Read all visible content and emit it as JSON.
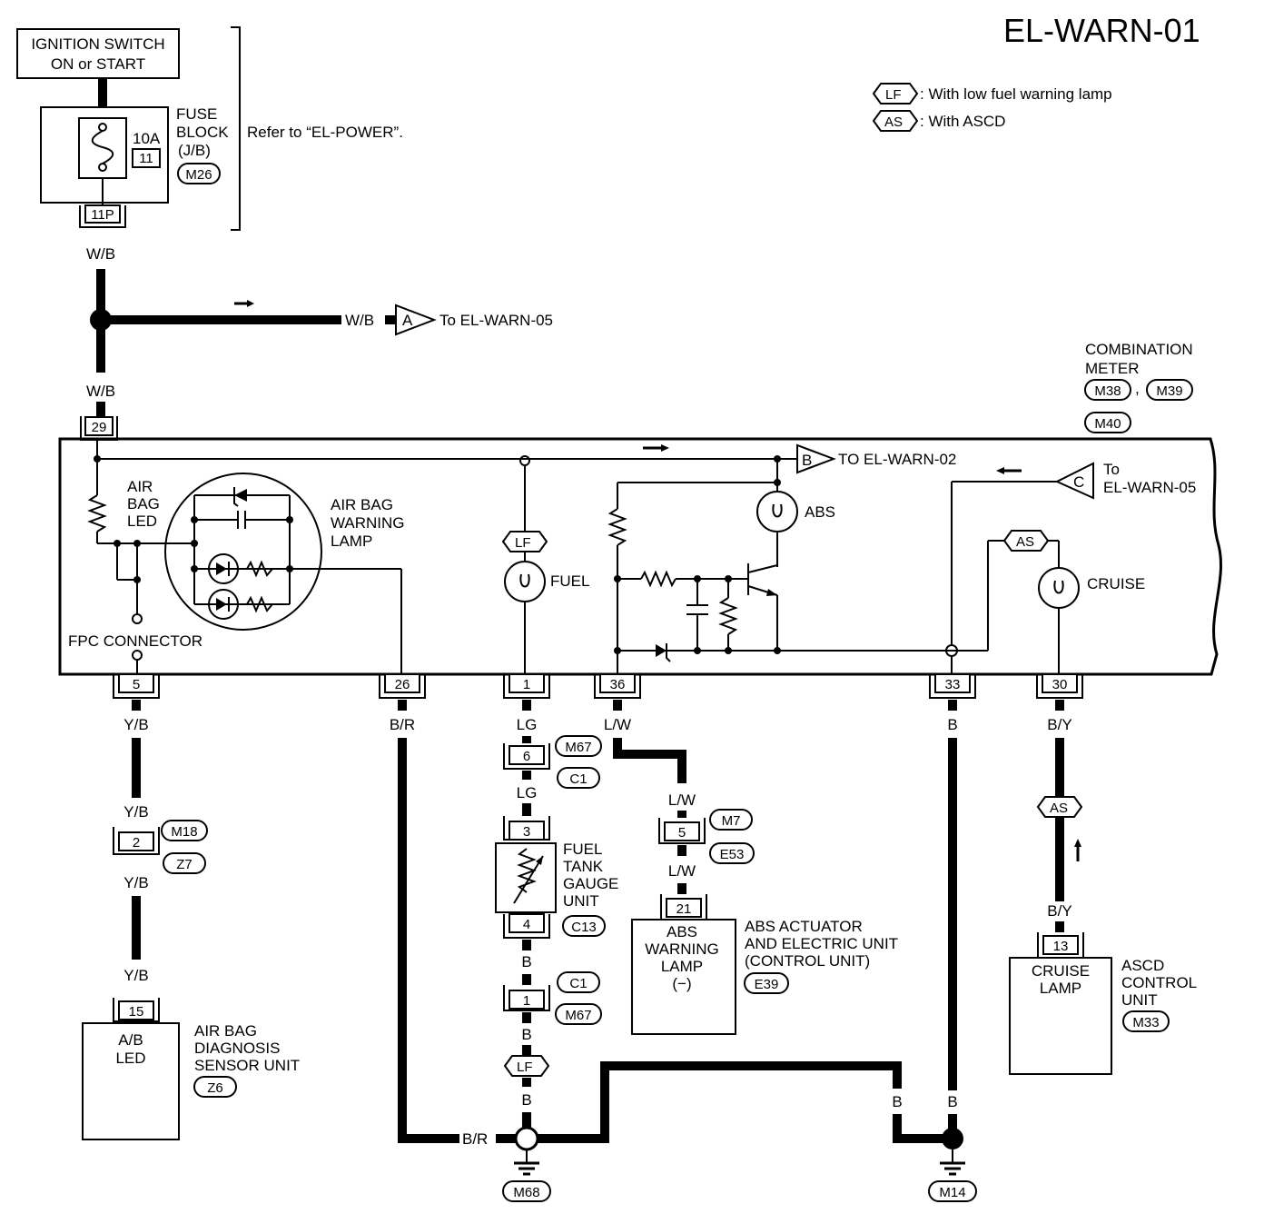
{
  "title": "EL-WARN-01",
  "legend": [
    {
      "code": "LF",
      "text": ": With low fuel warning lamp"
    },
    {
      "code": "AS",
      "text": ": With ASCD"
    }
  ],
  "ignition": {
    "line1": "IGNITION SWITCH",
    "line2": "ON or START"
  },
  "fuse": {
    "rating": "10A",
    "number": "11",
    "label1": "FUSE",
    "label2": "BLOCK",
    "label3": "(J/B)",
    "connector": "M26",
    "terminal": "11P",
    "refer": "Refer to “EL-POWER”."
  },
  "wires": {
    "wb_top": "W/B",
    "wb_branch": "W/B",
    "wb_lower": "W/B",
    "yb_1": "Y/B",
    "yb_2": "Y/B",
    "yb_3": "Y/B",
    "yb_4": "Y/B",
    "br_1": "B/R",
    "br_2": "B/R",
    "lg_1": "LG",
    "lg_2": "LG",
    "b_1": "B",
    "b_2": "B",
    "b_3": "B",
    "b_4": "B",
    "b_5": "B",
    "b_6": "B",
    "lw_1": "L/W",
    "lw_2": "L/W",
    "lw_3": "L/W",
    "by_1": "B/Y",
    "by_2": "B/Y"
  },
  "offpage": {
    "a": {
      "letter": "A",
      "text": "To EL-WARN-05"
    },
    "b": {
      "letter": "B",
      "text": "TO EL-WARN-02"
    },
    "c": {
      "letter": "C",
      "line1": "To",
      "line2": "EL-WARN-05"
    }
  },
  "meter": {
    "line1": "COMBINATION",
    "line2": "METER",
    "conn1": "M38",
    "sep": ",",
    "conn2": "M39",
    "conn3": "M40"
  },
  "inside": {
    "airbag_led": [
      "AIR",
      "BAG",
      "LED"
    ],
    "airbag_lamp": [
      "AIR BAG",
      "WARNING",
      "LAMP"
    ],
    "fpc": "FPC CONNECTOR",
    "lf": "LF",
    "fuel": "FUEL",
    "abs": "ABS",
    "as": "AS",
    "cruise": "CRUISE"
  },
  "terminals": {
    "t29": "29",
    "t5": "5",
    "t26": "26",
    "t1": "1",
    "t36": "36",
    "t33": "33",
    "t30": "30"
  },
  "connectors": {
    "m67": "M67",
    "c1": "C1",
    "m18": "M18",
    "z7": "Z7",
    "c13": "C13",
    "m7": "M7",
    "e53": "E53",
    "c1b": "C1",
    "m67b": "M67",
    "m68": "M68",
    "m14": "M14"
  },
  "pins": {
    "p6": "6",
    "p3": "3",
    "p4": "4",
    "p2": "2",
    "p5": "5",
    "p21": "21",
    "p1": "1",
    "p15": "15",
    "p13": "13"
  },
  "fuel_gauge": [
    "FUEL",
    "TANK",
    "GAUGE",
    "UNIT"
  ],
  "abs_unit": {
    "inner": [
      "ABS",
      "WARNING",
      "LAMP",
      "(−)"
    ],
    "label": [
      "ABS ACTUATOR",
      "AND ELECTRIC UNIT",
      "(CONTROL UNIT)"
    ],
    "connector": "E39"
  },
  "airbag_unit": {
    "inner": [
      "A/B",
      "LED"
    ],
    "label": [
      "AIR BAG",
      "DIAGNOSIS",
      "SENSOR UNIT"
    ],
    "connector": "Z6"
  },
  "ascd_unit": {
    "inner": [
      "CRUISE",
      "LAMP"
    ],
    "label": [
      "ASCD",
      "CONTROL",
      "UNIT"
    ],
    "connector": "M33",
    "as": "AS"
  },
  "lf_lower": "LF"
}
